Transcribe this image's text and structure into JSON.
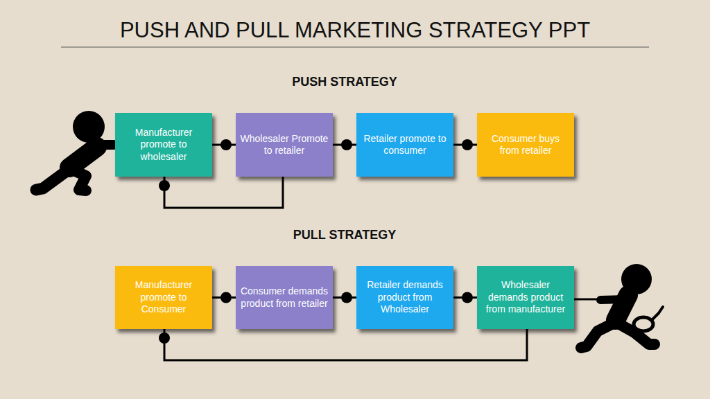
{
  "diagram": {
    "title": "PUSH AND PULL MARKETING STRATEGY PPT",
    "nodes": [
      {
        "text": [
          "Manufacturer promote to wholesaler"
        ]
      },
      {
        "text": [
          "Wholesaler Promote to retailer"
        ]
      },
      {
        "text": [
          "Retailer promote to consumer"
        ]
      },
      {
        "text": [
          "Consumer buys from retailer"
        ]
      },
      {
        "text": [
          "Manufacturer promote to Consumer"
        ]
      },
      {
        "text": [
          "Consumer demands product from retailer"
        ]
      },
      {
        "text": [
          "Retailer demands product from Wholesaler"
        ]
      },
      {
        "text": [
          "Wholesaler demands product from manufacturer"
        ]
      }
    ],
    "edges": [
      {
        "from": 0,
        "to": 1,
        "arrow": "none"
      },
      {
        "from": 1,
        "to": 2,
        "arrow": "none"
      },
      {
        "from": 2,
        "to": 3,
        "arrow": "none"
      },
      {
        "from": 0,
        "to": 1,
        "arrow": "none"
      },
      {
        "from": 4,
        "to": 5,
        "arrow": "none"
      },
      {
        "from": 5,
        "to": 6,
        "arrow": "none"
      },
      {
        "from": 6,
        "to": 7,
        "arrow": "none"
      },
      {
        "from": 4,
        "to": 7,
        "arrow": "none"
      }
    ],
    "labels": [
      "PUSH STRATEGY",
      "PULL STRATEGY"
    ]
  }
}
